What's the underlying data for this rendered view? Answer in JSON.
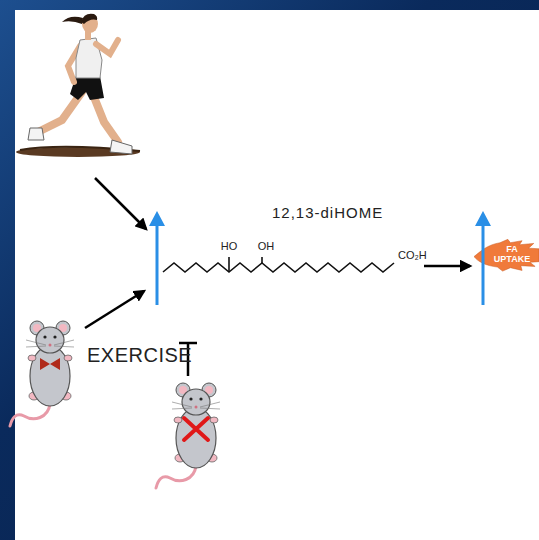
{
  "diagram": {
    "nodes": [
      {
        "text": [
          "FA UPTAKE"
        ]
      }
    ],
    "labels": [
      "12,13-diHOME",
      "HO",
      "OH",
      "CO₂H",
      "EXERCISE"
    ]
  }
}
